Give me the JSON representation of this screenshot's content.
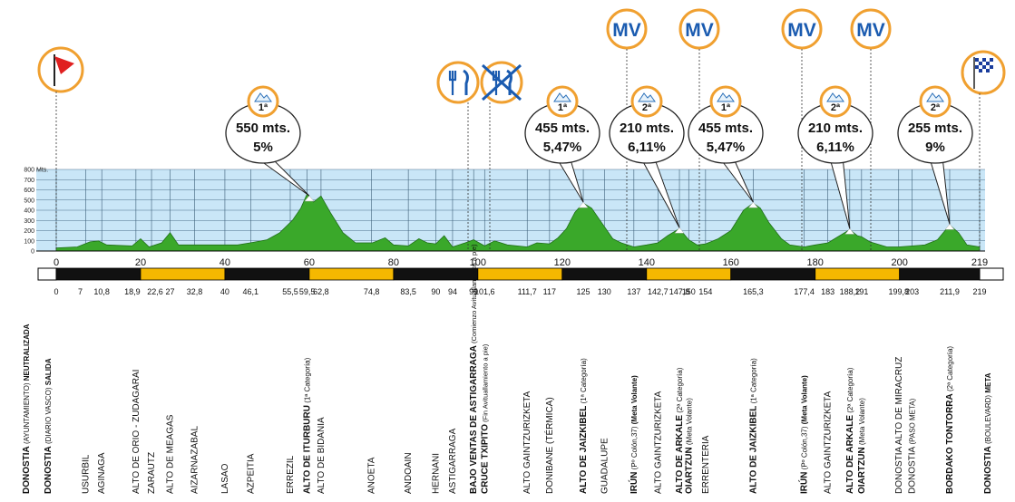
{
  "chart_data": {
    "type": "area",
    "title": "",
    "xlabel": "",
    "ylabel": "",
    "y_unit": "Mts.",
    "xlim": [
      0,
      219
    ],
    "ylim": [
      0,
      800
    ],
    "y_ticks": [
      "0",
      "100",
      "200",
      "300",
      "400",
      "500",
      "600",
      "700",
      "800"
    ],
    "grid": true,
    "fill_color": "#3aa82a",
    "plot_bg": "#c9e6f7",
    "profile": [
      [
        0,
        30
      ],
      [
        5,
        40
      ],
      [
        8,
        90
      ],
      [
        10,
        100
      ],
      [
        12,
        60
      ],
      [
        18,
        50
      ],
      [
        20,
        120
      ],
      [
        22,
        40
      ],
      [
        25,
        80
      ],
      [
        27,
        180
      ],
      [
        29,
        60
      ],
      [
        33,
        60
      ],
      [
        36,
        60
      ],
      [
        40,
        60
      ],
      [
        43,
        60
      ],
      [
        46,
        80
      ],
      [
        50,
        110
      ],
      [
        53,
        180
      ],
      [
        56,
        300
      ],
      [
        58,
        420
      ],
      [
        59.5,
        560
      ],
      [
        61,
        480
      ],
      [
        62.8,
        540
      ],
      [
        65,
        380
      ],
      [
        68,
        180
      ],
      [
        71,
        80
      ],
      [
        75,
        80
      ],
      [
        78,
        130
      ],
      [
        80,
        60
      ],
      [
        83.5,
        50
      ],
      [
        86,
        120
      ],
      [
        88,
        80
      ],
      [
        90,
        70
      ],
      [
        92,
        150
      ],
      [
        94,
        40
      ],
      [
        97,
        80
      ],
      [
        99,
        110
      ],
      [
        101.6,
        50
      ],
      [
        104,
        100
      ],
      [
        107,
        60
      ],
      [
        111.7,
        40
      ],
      [
        114,
        80
      ],
      [
        117,
        70
      ],
      [
        119,
        130
      ],
      [
        121,
        220
      ],
      [
        123,
        380
      ],
      [
        125,
        470
      ],
      [
        127,
        420
      ],
      [
        129,
        300
      ],
      [
        132,
        120
      ],
      [
        134,
        80
      ],
      [
        137,
        40
      ],
      [
        140,
        60
      ],
      [
        142.7,
        80
      ],
      [
        145,
        150
      ],
      [
        147.8,
        220
      ],
      [
        150,
        110
      ],
      [
        152,
        60
      ],
      [
        154,
        70
      ],
      [
        157,
        120
      ],
      [
        160,
        200
      ],
      [
        163,
        400
      ],
      [
        165.3,
        470
      ],
      [
        167,
        420
      ],
      [
        169,
        280
      ],
      [
        172,
        120
      ],
      [
        174,
        60
      ],
      [
        177.4,
        40
      ],
      [
        180,
        60
      ],
      [
        183,
        80
      ],
      [
        185,
        130
      ],
      [
        188.2,
        210
      ],
      [
        190,
        150
      ],
      [
        191,
        140
      ],
      [
        193,
        90
      ],
      [
        197,
        40
      ],
      [
        199.8,
        40
      ],
      [
        203,
        50
      ],
      [
        206,
        60
      ],
      [
        209,
        110
      ],
      [
        211.9,
        255
      ],
      [
        214,
        180
      ],
      [
        216,
        60
      ],
      [
        219,
        40
      ]
    ],
    "axis_ticks": [
      "0",
      "20",
      "40",
      "60",
      "80",
      "100",
      "120",
      "140",
      "160",
      "180",
      "200",
      "219"
    ],
    "km_labels": [
      "0",
      "7",
      "10,8",
      "18,9",
      "22,6",
      "27",
      "32,8",
      "40",
      "46,1",
      "55,5",
      "59,5",
      "62,8",
      "74,8",
      "83,5",
      "90",
      "94",
      "99",
      "101,6",
      "111,7",
      "117",
      "125",
      "130",
      "137",
      "142,7",
      "147,8",
      "150",
      "154",
      "165,3",
      "177,4",
      "183",
      "188,2",
      "191",
      "199,8",
      "203",
      "211,9",
      "219"
    ],
    "climbs": [
      {
        "cat": "1ª",
        "alt": "550 mts.",
        "grade": "5%"
      },
      {
        "cat": "1ª",
        "alt": "455 mts.",
        "grade": "5,47%"
      },
      {
        "cat": "2ª",
        "alt": "210 mts.",
        "grade": "6,11%"
      },
      {
        "cat": "1ª",
        "alt": "455 mts.",
        "grade": "5,47%"
      },
      {
        "cat": "2ª",
        "alt": "210 mts.",
        "grade": "6,11%"
      },
      {
        "cat": "2ª",
        "alt": "255 mts.",
        "grade": "9%"
      }
    ],
    "mv_label": "MV",
    "places": [
      {
        "main": "DONOSTIA",
        "sub": "(AYUNTAMIENTO)",
        "sub2": "NEUTRALIZADA",
        "bold": true
      },
      {
        "main": "DONOSTIA",
        "sub": "(DIARIO VASCO)",
        "sub2": "SALIDA",
        "bold": true
      },
      {
        "main": "USURBIL",
        "sub": "",
        "sub2": "",
        "bold": false
      },
      {
        "main": "AGINAGA",
        "sub": "",
        "sub2": "",
        "bold": false
      },
      {
        "main": "ALTO DE ORIO - ZUDAGARAI",
        "sub": "",
        "sub2": "",
        "bold": false
      },
      {
        "main": "ZARAUTZ",
        "sub": "",
        "sub2": "",
        "bold": false
      },
      {
        "main": "ALTO DE MEAGAS",
        "sub": "",
        "sub2": "",
        "bold": false
      },
      {
        "main": "AIZARNAZABAL",
        "sub": "",
        "sub2": "",
        "bold": false
      },
      {
        "main": "LASAO",
        "sub": "",
        "sub2": "",
        "bold": false
      },
      {
        "main": "AZPEITIA",
        "sub": "",
        "sub2": "",
        "bold": false
      },
      {
        "main": "ERREZIL",
        "sub": "",
        "sub2": "",
        "bold": false
      },
      {
        "main": "ALTO DE ITURBURU",
        "sub": "(1ª Categoría)",
        "sub2": "",
        "bold": true
      },
      {
        "main": "ALTO DE BIDANIA",
        "sub": "",
        "sub2": "",
        "bold": false
      },
      {
        "main": "ANOETA",
        "sub": "",
        "sub2": "",
        "bold": false
      },
      {
        "main": "ANDOAIN",
        "sub": "",
        "sub2": "",
        "bold": false
      },
      {
        "main": "HERNANI",
        "sub": "",
        "sub2": "",
        "bold": false
      },
      {
        "main": "ASTIGARRAGA",
        "sub": "",
        "sub2": "",
        "bold": false
      },
      {
        "main": "BAJO VENTAS DE ASTIGARRAGA",
        "sub": "(Comienzo Avituallamiento a pie)",
        "sub2": "",
        "bold": true
      },
      {
        "main": "CRUCE TXIPITO",
        "sub": "(Fin Avituallamiento a pie)",
        "sub2": "",
        "bold": true
      },
      {
        "main": "ALTO GAINTZURIZKETA",
        "sub": "",
        "sub2": "",
        "bold": false
      },
      {
        "main": "DONIBANE (TÉRMICA)",
        "sub": "",
        "sub2": "",
        "bold": false
      },
      {
        "main": "ALTO DE JAIZKIBEL",
        "sub": "(1ª Categoría)",
        "sub2": "",
        "bold": true
      },
      {
        "main": "GUADALUPE",
        "sub": "",
        "sub2": "",
        "bold": false
      },
      {
        "main": "IRÚN",
        "sub": "(Pº Colón,37)",
        "sub2": "(Meta Volante)",
        "bold": true
      },
      {
        "main": "ALTO GAINTZURIZKETA",
        "sub": "",
        "sub2": "",
        "bold": false
      },
      {
        "main": "ALTO DE ARKALE",
        "sub": "(2ª Categoría)",
        "sub2": "",
        "bold": true
      },
      {
        "main": "OIARTZUN",
        "sub": "(Meta Volante)",
        "sub2": "",
        "bold": true
      },
      {
        "main": "ERRENTERIA",
        "sub": "",
        "sub2": "",
        "bold": false
      },
      {
        "main": "ALTO DE JAIZKIBEL",
        "sub": "(1ª Categoría)",
        "sub2": "",
        "bold": true
      },
      {
        "main": "IRÚN",
        "sub": "(Pº Colón,37)",
        "sub2": "(Meta Volante)",
        "bold": true
      },
      {
        "main": "ALTO GAINTZURIZKETA",
        "sub": "",
        "sub2": "",
        "bold": false
      },
      {
        "main": "ALTO DE ARKALE",
        "sub": "(2ª Categoría)",
        "sub2": "",
        "bold": true
      },
      {
        "main": "OIARTZUN",
        "sub": "(Meta Volante)",
        "sub2": "",
        "bold": true
      },
      {
        "main": "DONOSTIA ALTO DE MIRACRUZ",
        "sub": "",
        "sub2": "",
        "bold": false
      },
      {
        "main": "DONOSTIA",
        "sub": "(PASO META)",
        "sub2": "",
        "bold": false
      },
      {
        "main": "BORDAKO TONTORRA",
        "sub": "(2ª Categoría)",
        "sub2": "",
        "bold": true
      },
      {
        "main": "DONOSTIA",
        "sub": "(BOULEVARD)",
        "sub2": "META",
        "bold": true
      }
    ]
  }
}
